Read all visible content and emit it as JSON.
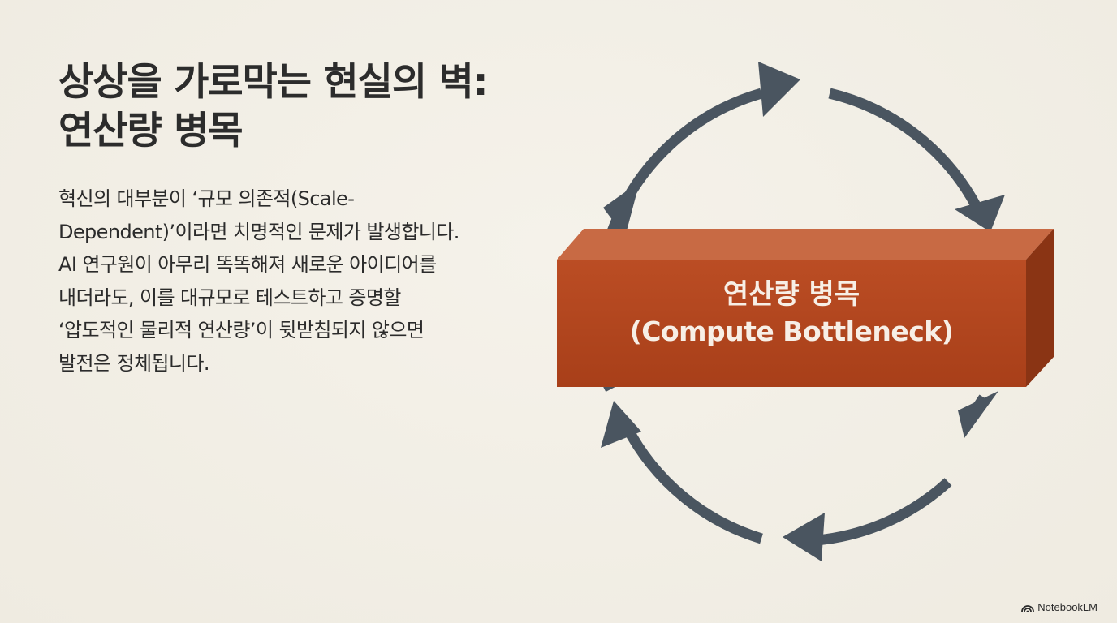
{
  "slide": {
    "title_lines": [
      "상상을 가로막는 현실의 벽:",
      "연산량 병목"
    ],
    "body_lines": [
      "혁신의 대부분이 ‘규모 의존적(Scale-",
      "Dependent)’이라면 치명적인 문제가 발생합니다.",
      "AI 연구원이 아무리 똑똑해져 새로운 아이디어를",
      "내더라도, 이를 대규모로 테스트하고 증명할",
      "‘압도적인 물리적 연산량’이 뒷받침되지 않으면",
      "발전은 정체됩니다."
    ]
  },
  "diagram": {
    "block_label_ko": "연산량 병목",
    "block_label_en": "(Compute Bottleneck)",
    "colors": {
      "arrow": "#4a5560",
      "block_front": "#b5451e",
      "block_top": "#c86a44",
      "block_side": "#8a3414"
    }
  },
  "brand": {
    "icon": "notebooklm-logo-icon",
    "label": "NotebookLM"
  }
}
